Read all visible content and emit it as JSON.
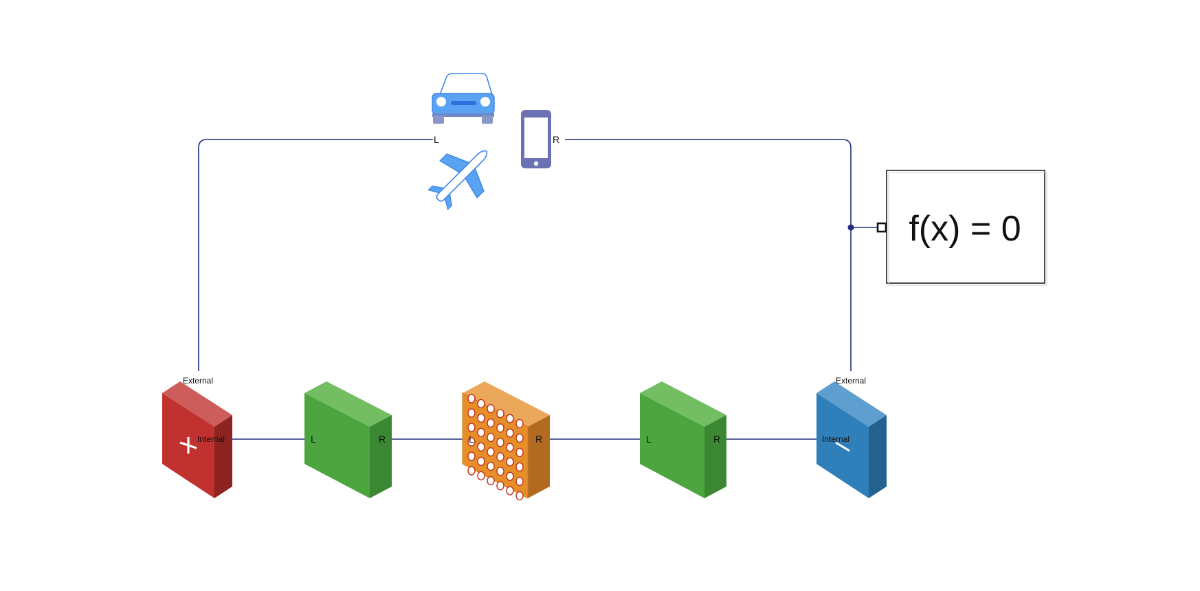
{
  "diagram": {
    "device_block": {
      "left_port": "L",
      "right_port": "R",
      "icons": [
        "car-icon",
        "phone-icon",
        "airplane-icon"
      ]
    },
    "blocks": [
      {
        "id": "positive-electrode",
        "top_label": "External",
        "right_label": "Internal",
        "symbol": "+",
        "color": "#c0312f"
      },
      {
        "id": "current-collector-1",
        "left_port": "L",
        "right_port": "R",
        "color": "#4ca53f"
      },
      {
        "id": "separator",
        "left_port": "L",
        "right_port": "R",
        "color": "#e68f2a"
      },
      {
        "id": "current-collector-2",
        "left_port": "L",
        "right_port": "R",
        "color": "#4ca53f"
      },
      {
        "id": "negative-electrode",
        "top_label": "External",
        "left_label": "Internal",
        "symbol": "−",
        "color": "#2f7fba"
      }
    ],
    "solver_config": {
      "label": "f(x) = 0"
    },
    "wire_color": "#1f2d7a"
  }
}
